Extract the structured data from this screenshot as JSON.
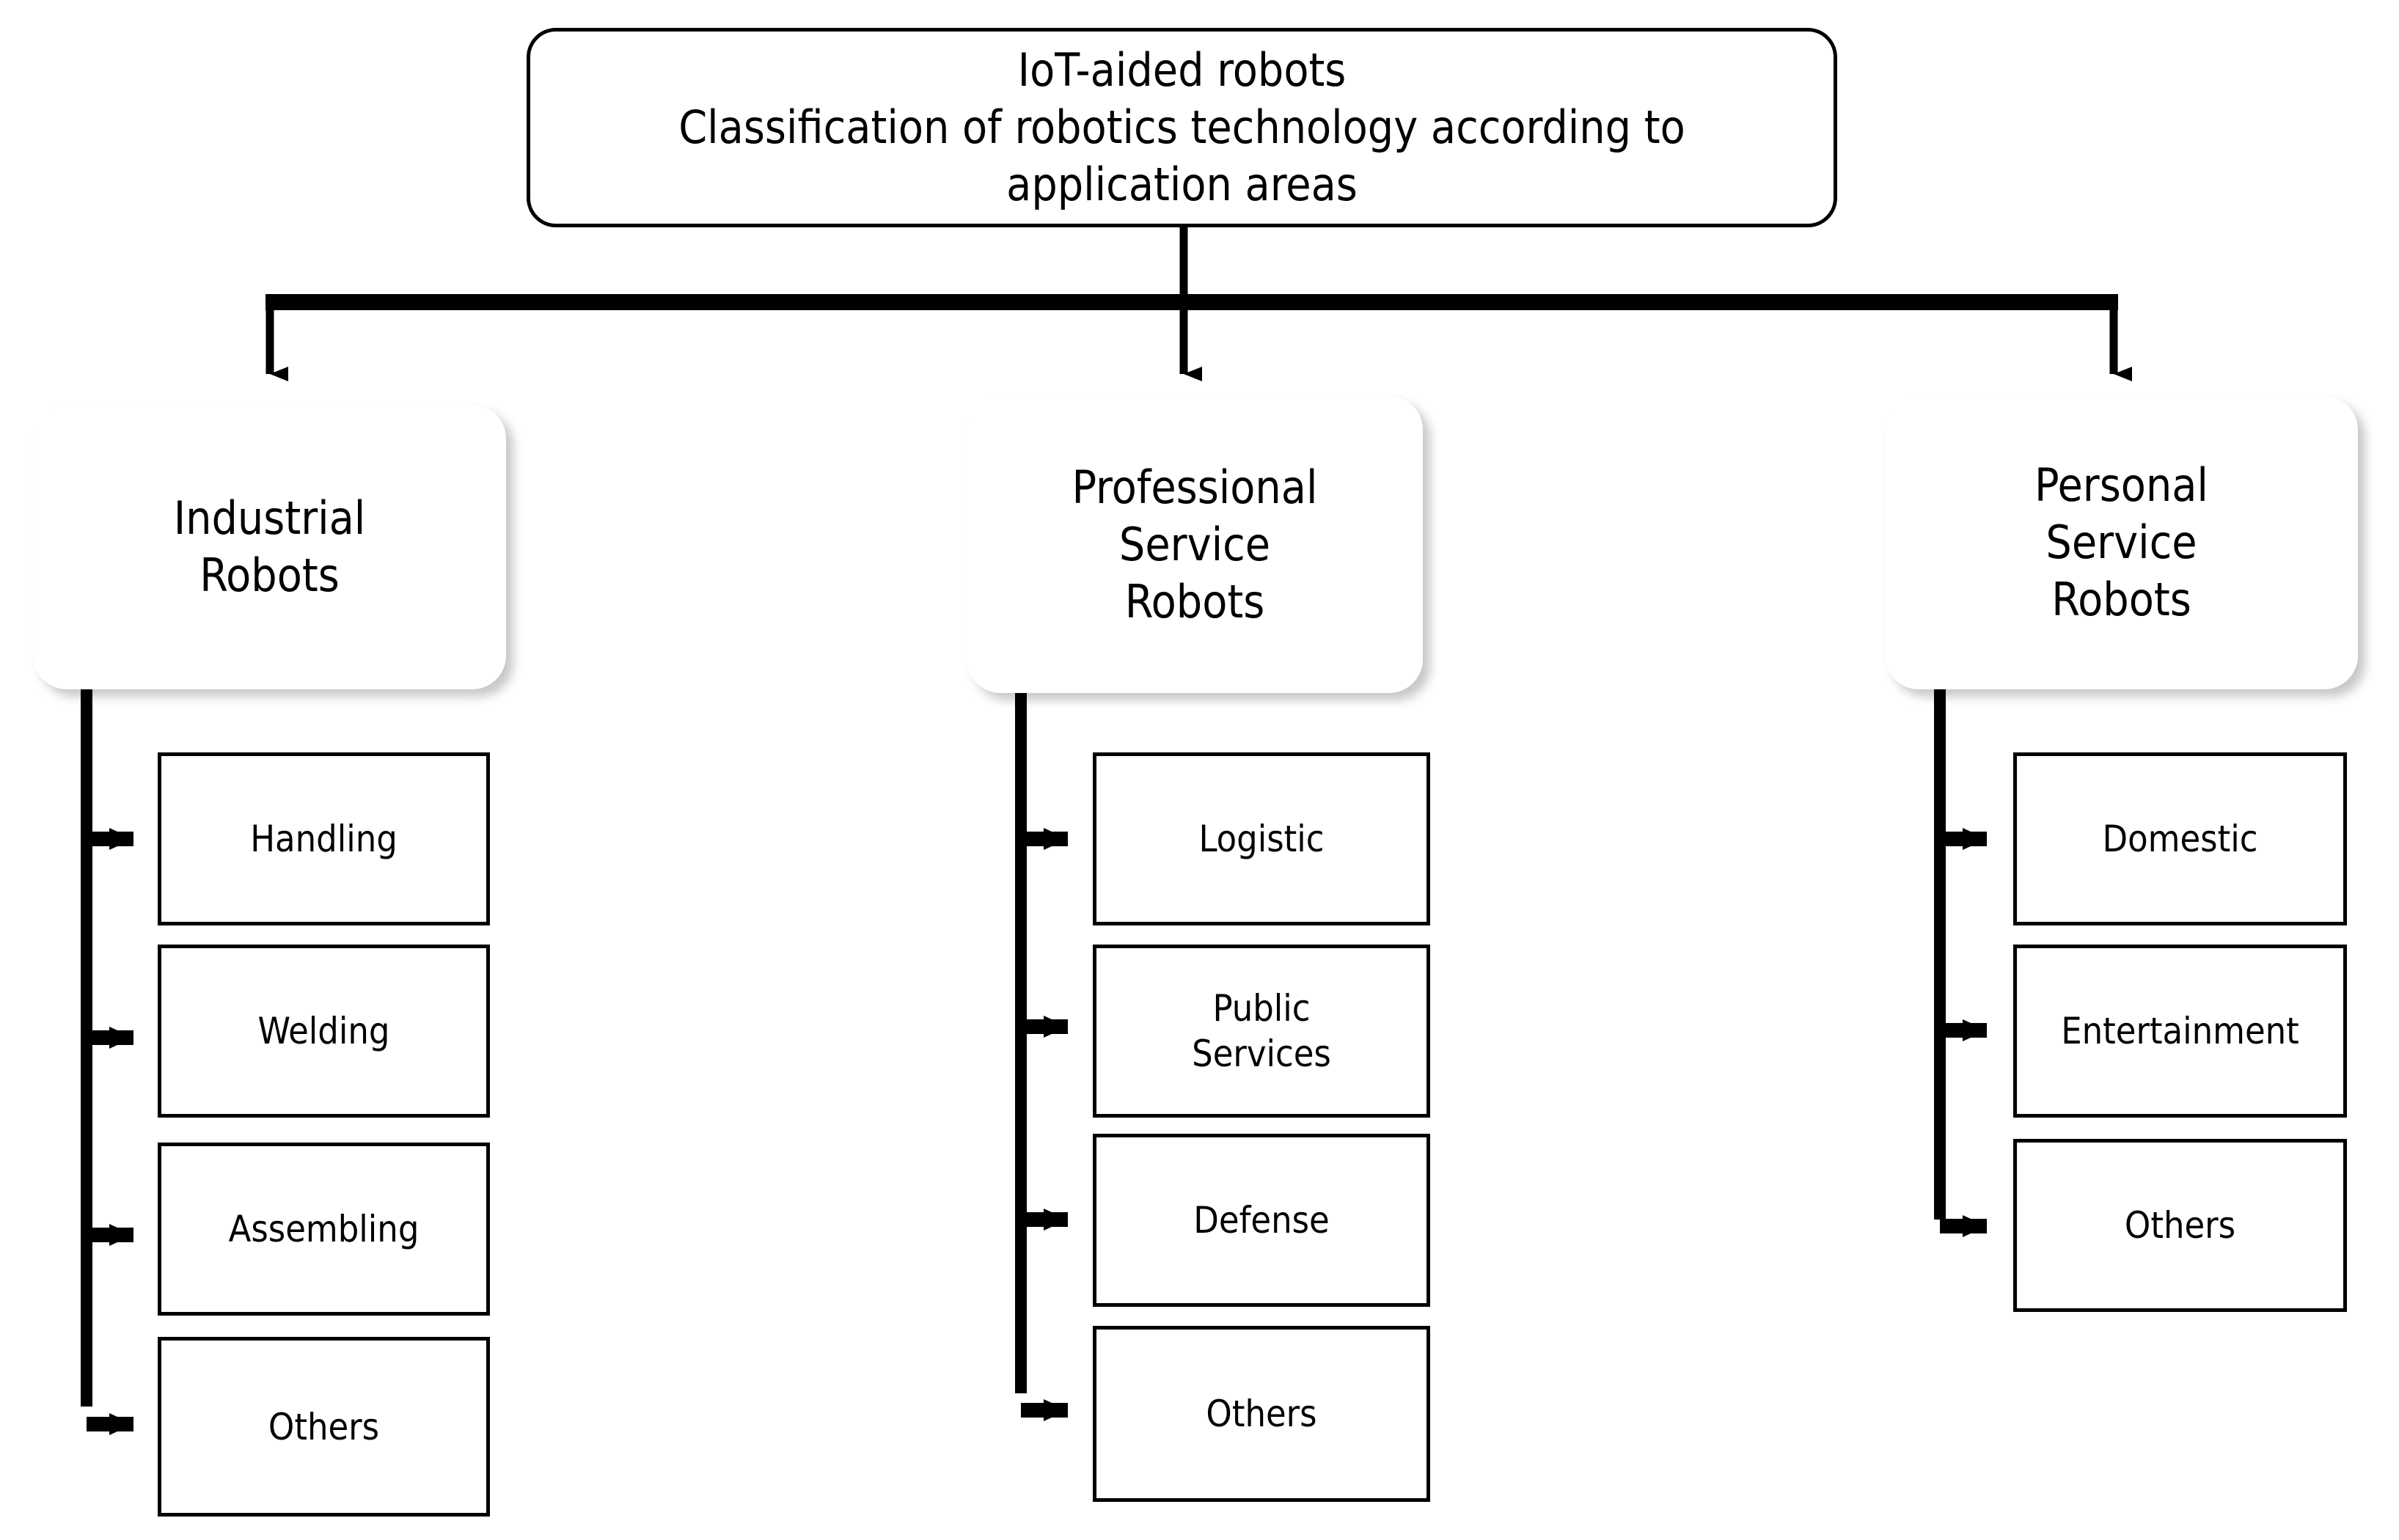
{
  "diagram": {
    "type": "hierarchy-tree",
    "orientation": "top-down",
    "levels": 3,
    "background_color": "#ffffff",
    "line_color": "#000000",
    "box_fill_color": "#ffffff",
    "text_color": "#000000"
  },
  "root": {
    "title": "IoT-aided robots",
    "subtitle_line_1": "Classification of robotics technology according to",
    "subtitle_line_2": "application areas",
    "shape": "rounded-rectangle",
    "border_color": "#000000"
  },
  "branches": [
    {
      "id": "industrial",
      "label_lines": [
        "Industrial",
        "Robots"
      ],
      "shape": "rounded-rectangle-shadow",
      "children": [
        {
          "label_lines": [
            "Handling"
          ]
        },
        {
          "label_lines": [
            "Welding"
          ]
        },
        {
          "label_lines": [
            "Assembling"
          ]
        },
        {
          "label_lines": [
            "Others"
          ]
        }
      ]
    },
    {
      "id": "professional-service",
      "label_lines": [
        "Professional",
        "Service",
        "Robots"
      ],
      "shape": "rounded-rectangle-shadow",
      "children": [
        {
          "label_lines": [
            "Logistic"
          ]
        },
        {
          "label_lines": [
            "Public",
            "Services"
          ]
        },
        {
          "label_lines": [
            "Defense"
          ]
        },
        {
          "label_lines": [
            "Others"
          ]
        }
      ]
    },
    {
      "id": "personal-service",
      "label_lines": [
        "Personal",
        "Service",
        "Robots"
      ],
      "shape": "rounded-rectangle-shadow",
      "children": [
        {
          "label_lines": [
            "Domestic"
          ]
        },
        {
          "label_lines": [
            "Entertainment"
          ]
        },
        {
          "label_lines": [
            "Others"
          ]
        }
      ]
    }
  ]
}
